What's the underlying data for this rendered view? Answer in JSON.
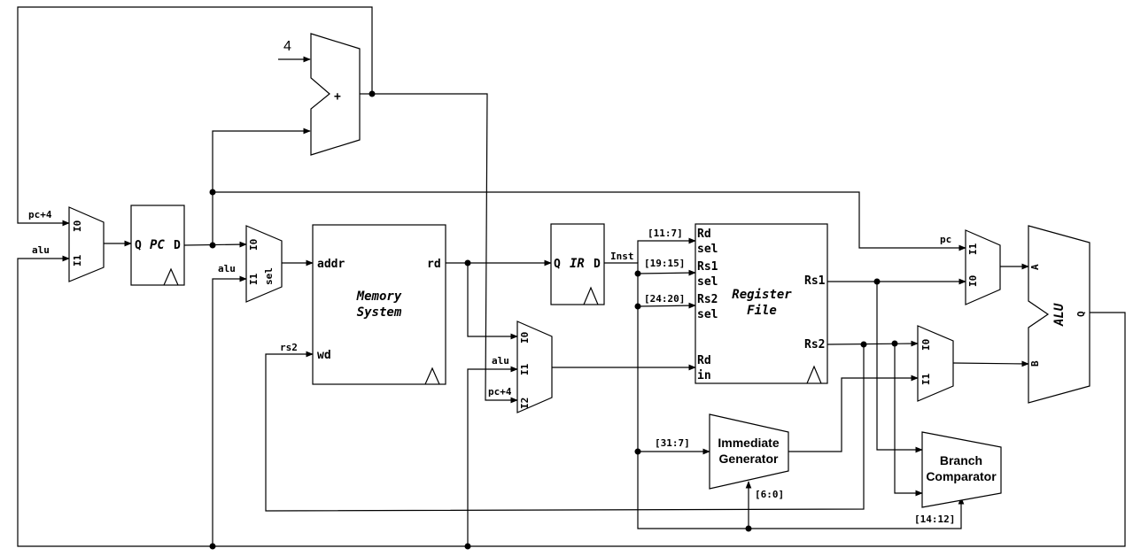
{
  "adder": {
    "const_in": "4",
    "op": "+"
  },
  "pc_mux": {
    "in0": "I0",
    "in1": "I1",
    "pc4_label": "pc+4",
    "alu_label": "alu"
  },
  "pc_reg": {
    "q": "Q",
    "name": "PC",
    "d": "D"
  },
  "addr_mux": {
    "in0": "I0",
    "in1": "I1",
    "sel": "sel",
    "alu_label": "alu"
  },
  "memory": {
    "addr": "addr",
    "rd": "rd",
    "wd": "wd",
    "name_line1": "Memory",
    "name_line2": "System",
    "rs2_label": "rs2"
  },
  "ir_reg": {
    "q": "Q",
    "name": "IR",
    "d": "D",
    "inst_label": "Inst"
  },
  "wb_mux": {
    "in0": "I0",
    "in1": "I1",
    "in2": "I2",
    "alu_label": "alu",
    "pc4_label": "pc+4"
  },
  "regfile": {
    "name_line1": "Register",
    "name_line2": "File",
    "rd": "Rd",
    "rd_sel": "sel",
    "rs1": "Rs1",
    "rs1_sel": "sel",
    "rs2": "Rs2",
    "rs2_sel": "sel",
    "rd_in1": "Rd",
    "rd_in2": "in",
    "out_rs1": "Rs1",
    "out_rs2": "Rs2",
    "bits_rd": "[11:7]",
    "bits_rs1": "[19:15]",
    "bits_rs2": "[24:20]"
  },
  "amux": {
    "in1": "I1",
    "in0": "I0",
    "pc_label": "pc"
  },
  "bmux": {
    "in0": "I0",
    "in1": "I1"
  },
  "alu": {
    "a": "A",
    "b": "B",
    "name": "ALU",
    "q": "Q"
  },
  "immgen": {
    "line1": "Immediate",
    "line2": "Generator",
    "bits_in": "[31:7]",
    "bits_ctrl": "[6:0]"
  },
  "branch": {
    "line1": "Branch",
    "line2": "Comparator",
    "bits_ctrl": "[14:12]"
  }
}
